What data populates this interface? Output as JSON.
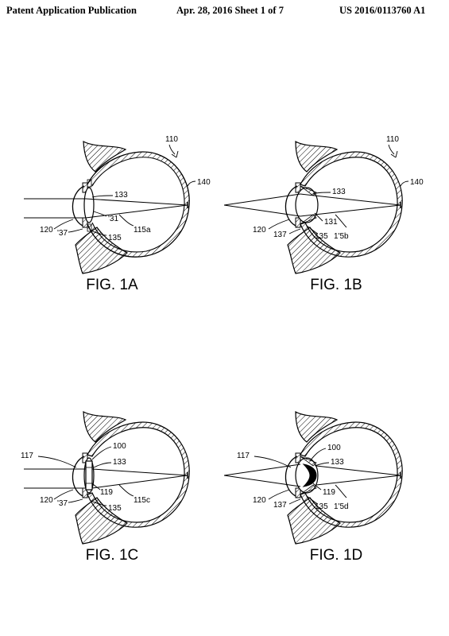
{
  "header": {
    "publication": "Patent Application Publication",
    "date_sheet": "Apr. 28, 2016  Sheet 1 of 7",
    "number": "US 2016/0113760 A1"
  },
  "figures": {
    "fig1a": {
      "caption": "FIG. 1A",
      "labels": {
        "eye": "110",
        "retina": "140",
        "l133": "133",
        "l131": "'31",
        "l120": "120",
        "l137": "'37",
        "l135": "135",
        "path": "115a"
      }
    },
    "fig1b": {
      "caption": "FIG. 1B",
      "labels": {
        "eye": "110",
        "retina": "140",
        "l133": "133",
        "l131": "131",
        "l120": "120",
        "l137": "137",
        "l135": "135",
        "path": "1'5b"
      }
    },
    "fig1c": {
      "caption": "FIG. 1C",
      "labels": {
        "l117": "117",
        "l100": "100",
        "l133": "133",
        "l119": "119",
        "l120": "120",
        "l137": "'37",
        "l135": "135",
        "path": "115c"
      }
    },
    "fig1d": {
      "caption": "FIG. 1D",
      "labels": {
        "l117": "117",
        "l100": "100",
        "l133": "133",
        "l119": "119",
        "l120": "120",
        "l137": "137",
        "l135": "135",
        "path": "1'5d"
      }
    }
  }
}
